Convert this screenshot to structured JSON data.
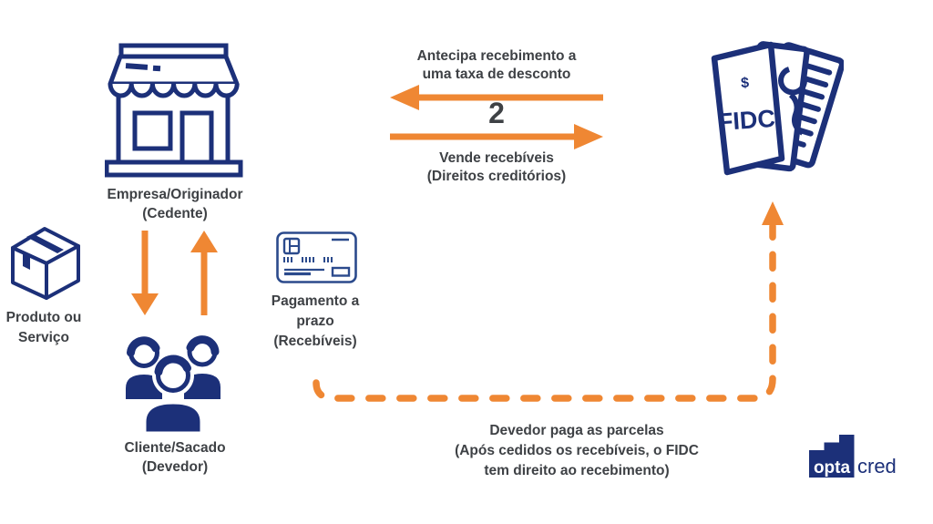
{
  "flow_top": {
    "antecipa_line1": "Antecipa recebimento a",
    "antecipa_line2": "uma taxa de desconto",
    "step_number": "2",
    "vende_line1": "Vende recebíveis",
    "vende_line2": "(Direitos creditórios)"
  },
  "nodes": {
    "empresa": {
      "line1": "Empresa/Originador",
      "line2": "(Cedente)"
    },
    "produto": {
      "line1": "Produto ou",
      "line2": "Serviço"
    },
    "cliente": {
      "line1": "Cliente/Sacado",
      "line2": "(Devedor)"
    },
    "pagamento": {
      "line1": "Pagamento a",
      "line2": "prazo",
      "line3": "(Recebíveis)"
    },
    "fidc": {
      "symbol": "$",
      "label": "FIDC"
    }
  },
  "flow_bottom": {
    "line1": "Devedor paga as parcelas",
    "line2": "(Após cedidos os recebíveis, o FIDC",
    "line3": "tem direito ao recebimento)"
  },
  "logo": {
    "part1": "opta",
    "part2": "cred"
  },
  "colors": {
    "navy": "#1C3079",
    "card_navy": "#2B4A8C",
    "orange": "#EF8733",
    "text_gray": "#3E4145"
  }
}
